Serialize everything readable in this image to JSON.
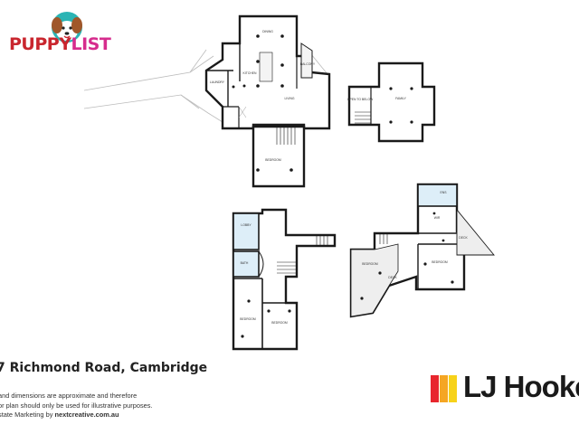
{
  "logo": {
    "part1": "PUPPY",
    "part2": "LIST",
    "colors": {
      "primary": "#c9262e",
      "secondary": "#d62c8d",
      "teal": "#2bb4b4"
    }
  },
  "address": "7 Richmond Road, Cambridge",
  "disclaimer": {
    "line1": "and dimensions are approximate and therefore",
    "line2": "or plan should only be used for illustrative purposes.",
    "line3_prefix": "state Marketing by ",
    "line3_link": "nextcreative.com.au"
  },
  "brand": {
    "name": "LJ Hooker",
    "display": "LJ Hooke",
    "colors": [
      "#e8262d",
      "#f5a623",
      "#f7d21a"
    ]
  },
  "rooms": {
    "dining": "DINING",
    "kitchen": "KITCHEN",
    "laundry": "LAUNDRY",
    "balcony": "BALCONY",
    "living": "LIVING",
    "bedroom_upper": "BEDROOM",
    "open_to_below": "OPEN TO BELOW",
    "family": "FAMILY",
    "lobby": "LOBBY",
    "bath": "BATH",
    "bedroom_left": "BEDROOM",
    "bedroom_right": "BEDROOM",
    "ens": "ENS",
    "wir": "WIR",
    "deck_small": "DECK",
    "bedroom_master": "BEDROOM",
    "deck": "DECK",
    "bedroom_small": "BEDROOM"
  }
}
